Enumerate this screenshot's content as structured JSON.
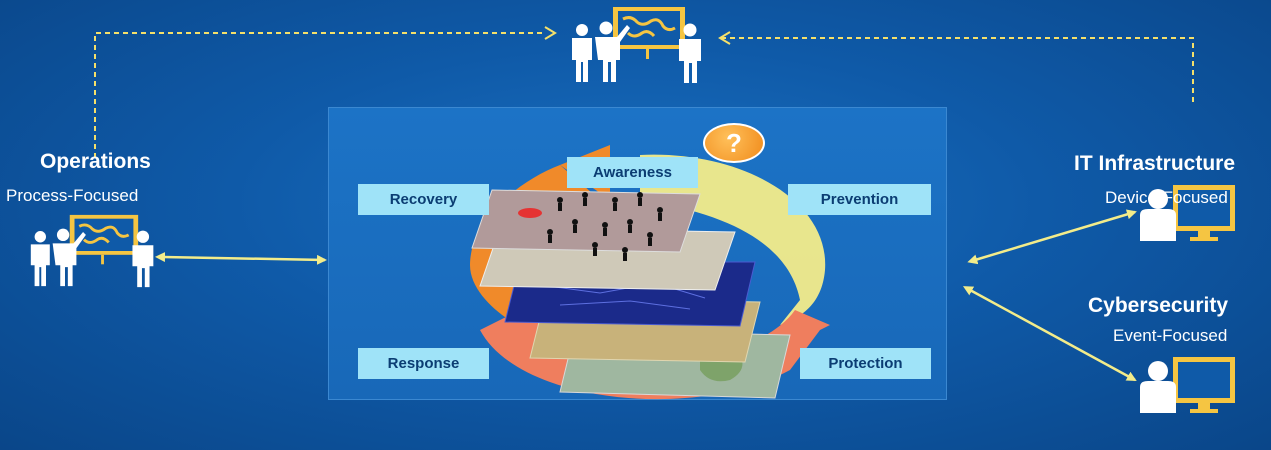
{
  "operations": {
    "title": "Operations",
    "subtitle": "Process-Focused"
  },
  "it_infrastructure": {
    "title": "IT Infrastructure",
    "subtitle": "Device-Focused"
  },
  "cybersecurity": {
    "title": "Cybersecurity",
    "subtitle": "Event-Focused"
  },
  "cycle": {
    "awareness": "Awareness",
    "awareness_badge": "?",
    "prevention": "Prevention",
    "protection": "Protection",
    "response": "Response",
    "recovery": "Recovery"
  },
  "colors": {
    "background": "#0f5aa8",
    "accent_yellow": "#f5c542",
    "phase_box": "#9fe3f8",
    "phase_text": "#0b3d73",
    "arrow_orange": "#f08a2a",
    "arrow_salmon": "#ef7e5e",
    "arrow_yellow": "#f3ec8a"
  },
  "icons": [
    "people-briefing-icon",
    "user-computer-icon",
    "question-badge-icon",
    "layered-map-icon"
  ]
}
